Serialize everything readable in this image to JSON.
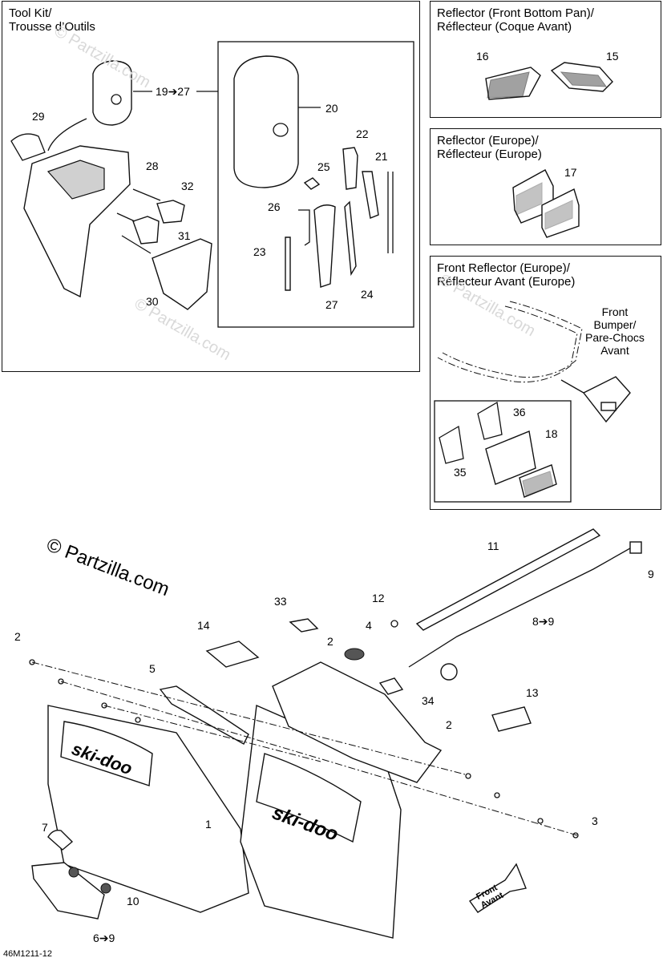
{
  "boxes": {
    "tool_kit": {
      "title": "Tool Kit/\nTrousse d’Outils"
    },
    "reflector_front_bottom_pan": {
      "title": "Reflector (Front Bottom Pan)/\nRéflecteur (Coque Avant)"
    },
    "reflector_europe": {
      "title": "Reflector (Europe)/\nRéflecteur (Europe)"
    },
    "front_reflector_europe": {
      "title": "Front Reflector (Europe)/\nRéflecteur Avant (Europe)",
      "bumper_label": "Front\nBumper/\nPare-Chocs\nAvant"
    }
  },
  "callouts": {
    "c1": "1",
    "c2a": "2",
    "c2b": "2",
    "c2c": "2",
    "c3": "3",
    "c4": "4",
    "c5": "5",
    "c6": "6➔9",
    "c7": "7",
    "c8": "8➔9",
    "c9": "9",
    "c10": "10",
    "c11": "11",
    "c12": "12",
    "c13": "13",
    "c14": "14",
    "c15": "15",
    "c16": "16",
    "c17": "17",
    "c18": "18",
    "c19": "19➔27",
    "c20": "20",
    "c21": "21",
    "c22": "22",
    "c23": "23",
    "c24": "24",
    "c25": "25",
    "c26": "26",
    "c27": "27",
    "c28": "28",
    "c29": "29",
    "c30": "30",
    "c31": "31",
    "c32": "32",
    "c33": "33",
    "c34": "34",
    "c35": "35",
    "c36": "36"
  },
  "brand": {
    "logo": "ski-doo"
  },
  "arrow_label": "Front\nAvant",
  "watermark": {
    "main": "© Partzilla.com",
    "faint": "© Partzilla.com"
  },
  "diagram_code": "46M1211-12"
}
